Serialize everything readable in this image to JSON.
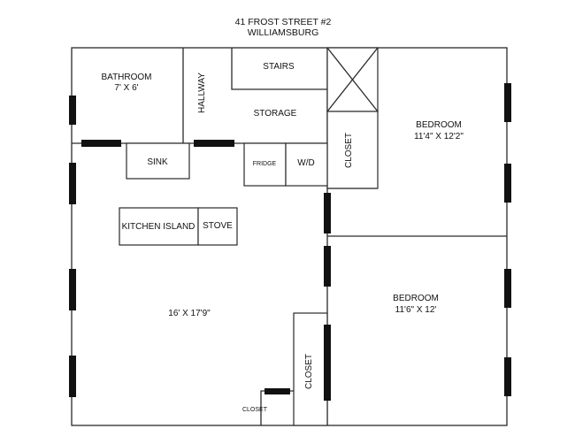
{
  "header": {
    "address": "41 FROST STREET #2",
    "neighborhood": "WILLIAMSBURG"
  },
  "rooms": {
    "bathroom": {
      "name": "BATHROOM",
      "dims": "7' X 6'"
    },
    "hallway": {
      "name": "HALLWAY"
    },
    "stairs": {
      "name": "STAIRS"
    },
    "storage": {
      "name": "STORAGE"
    },
    "bedroom_1": {
      "name": "BEDROOM",
      "dims": "11'4\" X 12'2\""
    },
    "bedroom_2": {
      "name": "BEDROOM",
      "dims": "11'6\" X 12'"
    },
    "living": {
      "dims": "16' X 17'9\""
    },
    "closet_upper": {
      "name": "CLOSET"
    },
    "closet_lower": {
      "name": "CLOSET"
    },
    "closet_small": {
      "name": "CLOSET"
    }
  },
  "fixtures": {
    "sink": "SINK",
    "fridge": "FRIDGE",
    "washer_dryer": "W/D",
    "kitchen_island": "KITCHEN ISLAND",
    "stove": "STOVE"
  },
  "colors": {
    "wall": "#2a2a2a",
    "window": "#111111",
    "background": "#ffffff"
  }
}
